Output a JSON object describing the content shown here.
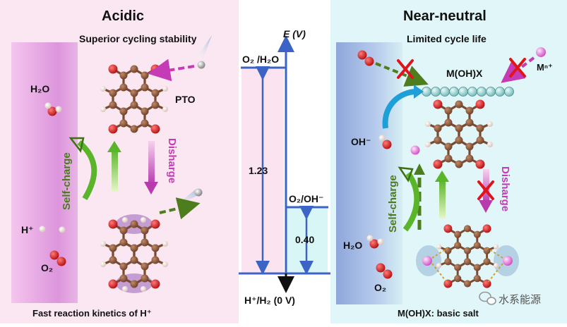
{
  "acidic": {
    "title": "Acidic",
    "subtitle": "Superior cycling stability",
    "molecule_label": "PTO",
    "water": "H₂O",
    "proton": "H⁺",
    "oxygen": "O₂",
    "self_charge": "Self-charge",
    "discharge": "Disharge",
    "footer": "Fast reaction kinetics of H⁺"
  },
  "neutral": {
    "title": "Near-neutral",
    "subtitle": "Limited cycle life",
    "salt": "M(OH)X",
    "metal_ion": "Mⁿ⁺",
    "hydroxide": "OH⁻",
    "water": "H₂O",
    "oxygen": "O₂",
    "self_charge": "Self-charge",
    "discharge": "Disharge",
    "footer": "M(OH)X: basic salt"
  },
  "potential": {
    "axis_label": "E (V)",
    "o2_h2o": "O₂ /H₂O",
    "o2_oh": "O₂/OH⁻",
    "gap_acidic": "1.23",
    "gap_neutral": "0.40",
    "baseline": "H⁺/H₂  (0 V)"
  },
  "watermark": "水系能源",
  "colors": {
    "acidic_bg": "#fbe7f1",
    "neutral_bg": "#e0f6f8",
    "acidic_electrode": "#dfa6dd",
    "neutral_electrode": "#a8bfe3",
    "axis_blue": "#3c64c6",
    "green_arrow": "#5bb52a",
    "magenta_arrow": "#c53ab5",
    "dark_green": "#4b7a1f",
    "carbon": "#8b5a3c",
    "oxygen_red": "#d01f1f",
    "red_cross": "#e0141b"
  },
  "icons": [
    "molecule-icon",
    "water-molecule-icon",
    "oxygen-molecule-icon",
    "ion-sphere-icon",
    "cross-icon",
    "wechat-icon"
  ]
}
